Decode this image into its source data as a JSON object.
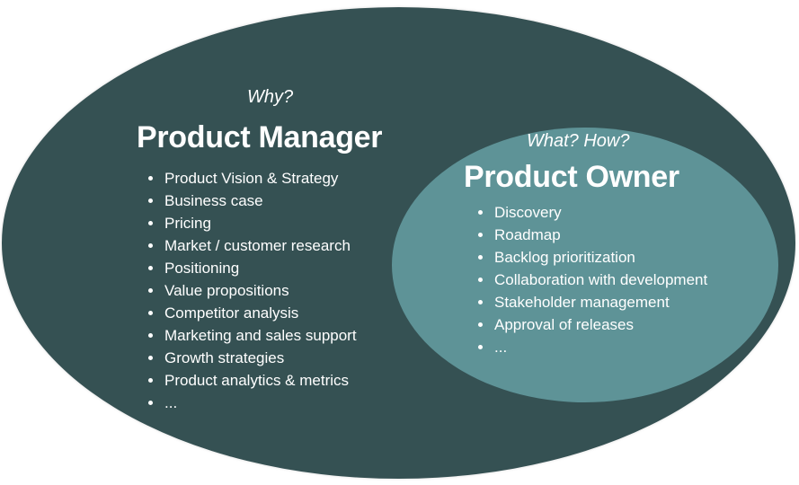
{
  "product_manager": {
    "question": "Why?",
    "title": "Product Manager",
    "items": [
      "Product Vision & Strategy",
      "Business case",
      "Pricing",
      "Market / customer research",
      "Positioning",
      "Value propositions",
      "Competitor analysis",
      "Marketing and sales support",
      "Growth strategies",
      "Product analytics & metrics",
      "..."
    ]
  },
  "product_owner": {
    "question": "What? How?",
    "title": "Product Owner",
    "items": [
      "Discovery",
      "Roadmap",
      "Backlog prioritization",
      "Collaboration with development",
      "Stakeholder management",
      "Approval of releases",
      "..."
    ]
  },
  "colors": {
    "outer_fill": "#355153",
    "inner_fill": "#5e9397",
    "text": "#ffffff"
  }
}
